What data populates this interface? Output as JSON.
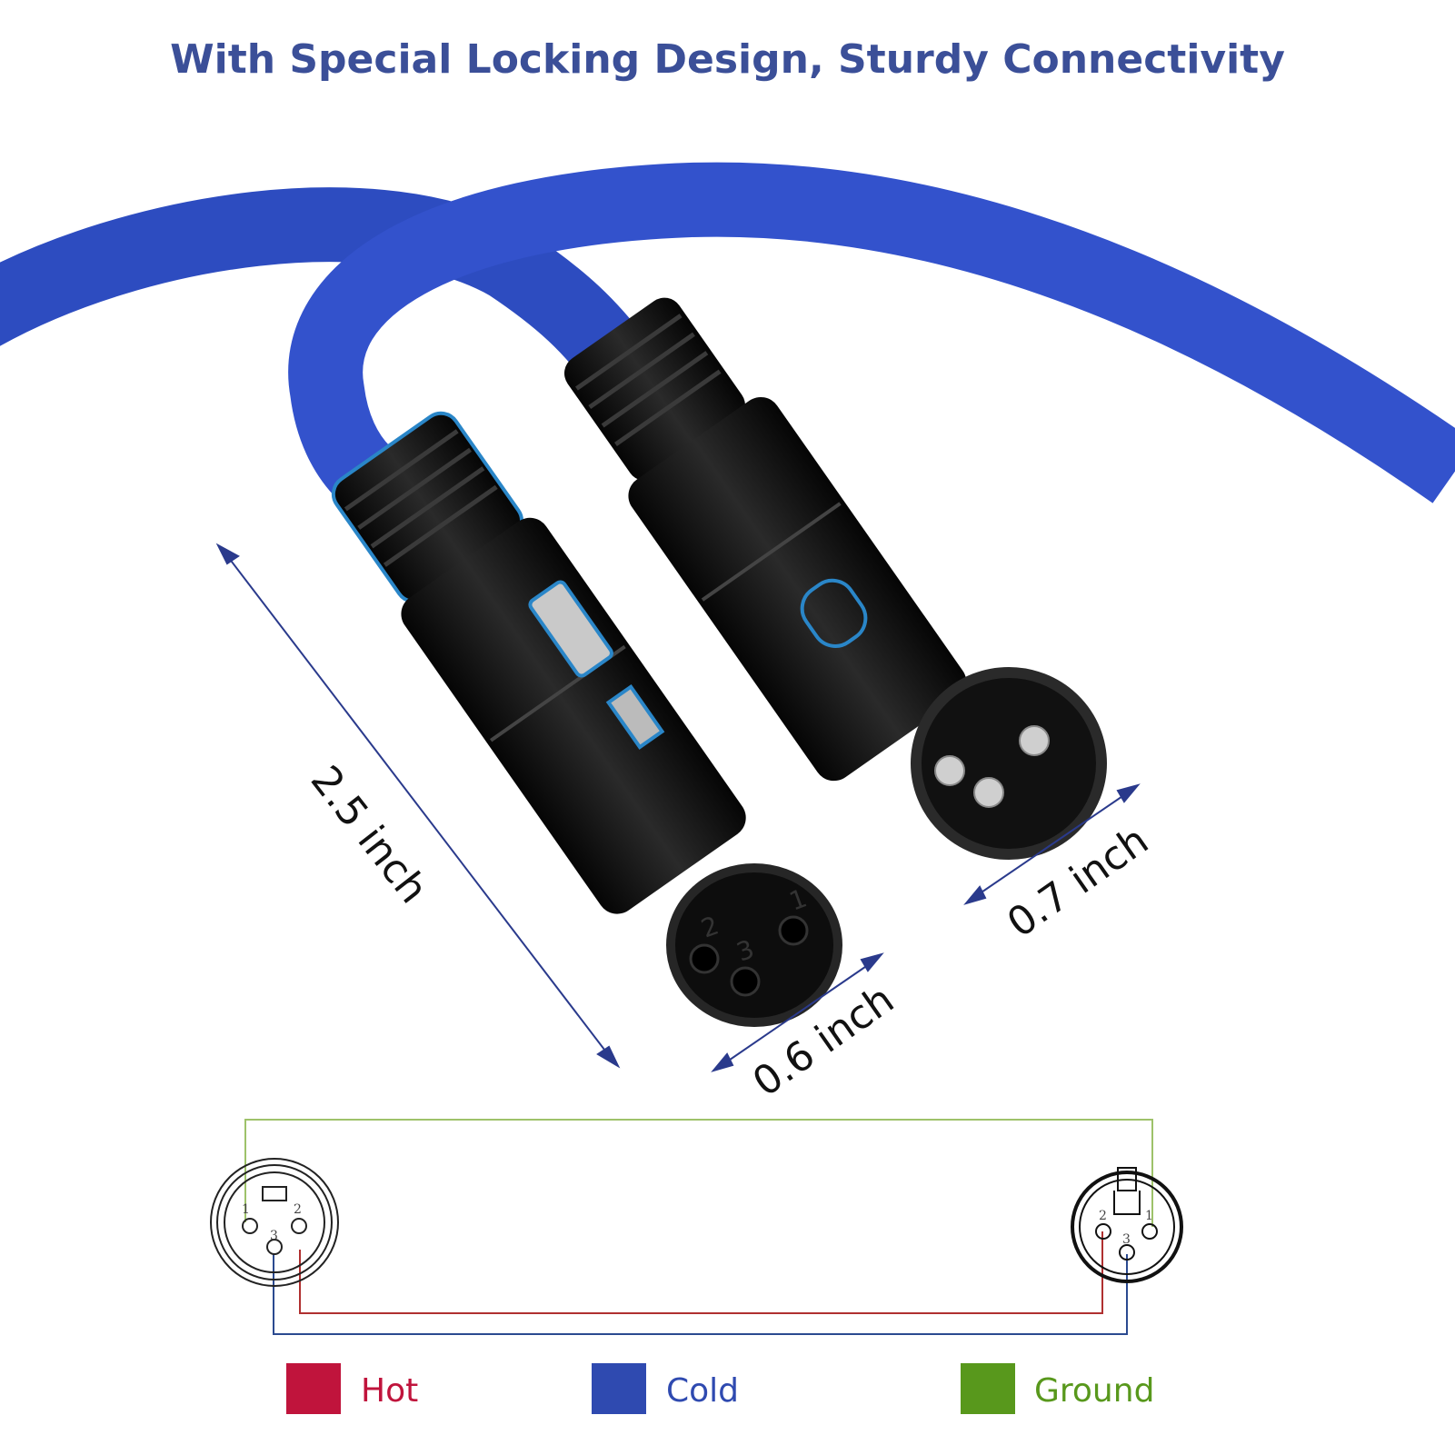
{
  "title": "With Special Locking Design, Sturdy Connectivity",
  "dimensions": {
    "length": "2.5 inch",
    "female_diameter": "0.6 inch",
    "male_diameter": "0.7 inch"
  },
  "pin_labels": {
    "pin1": "1",
    "pin2": "2",
    "pin3": "3"
  },
  "legend": [
    {
      "label": "Hot",
      "color": "#c0143c"
    },
    {
      "label": "Cold",
      "color": "#2f4ab0"
    },
    {
      "label": "Ground",
      "color": "#58981c"
    }
  ],
  "colors": {
    "cable": "#2f4fc4",
    "title": "#3b4f98",
    "dimension_line": "#2a3a8c"
  }
}
